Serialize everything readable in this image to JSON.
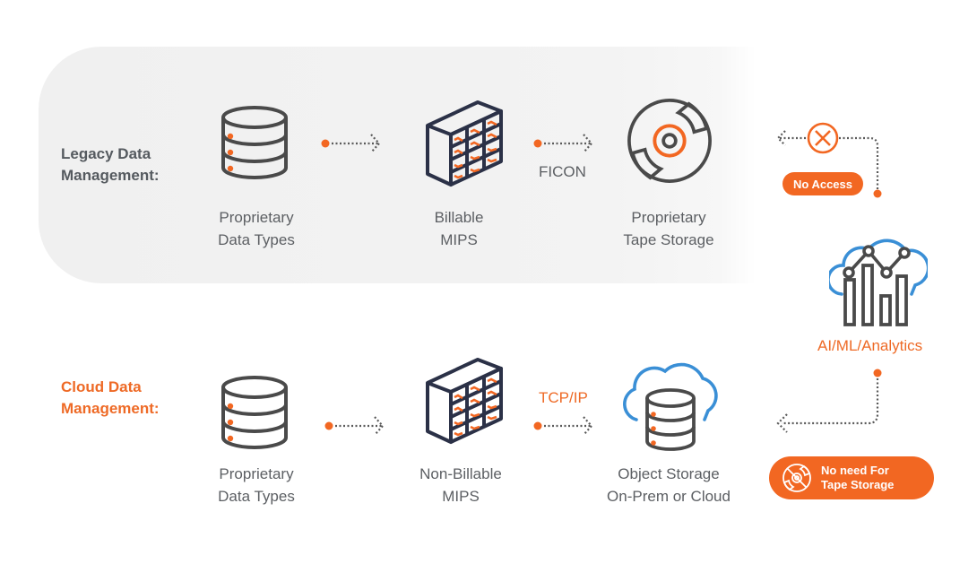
{
  "colors": {
    "accent_orange": "#f26722",
    "icon_gray": "#4a4a4a",
    "icon_navy": "#2b3147",
    "cloud_blue": "#3a8fd6",
    "panel_gray": "#f1f1f1",
    "text_gray": "#5c5f63"
  },
  "legacy": {
    "label_line1": "Legacy Data",
    "label_line2": "Management:",
    "nodes": [
      {
        "icon": "database-icon",
        "line1": "Proprietary",
        "line2": "Data Types"
      },
      {
        "icon": "mips-server-grid-icon",
        "line1": "Billable",
        "line2": "MIPS"
      },
      {
        "icon": "tape-disc-icon",
        "line1": "Proprietary",
        "line2": "Tape Storage"
      }
    ],
    "connector_label": "FICON",
    "blocked_badge": "No Access",
    "blocked_icon": "x-circle-icon"
  },
  "cloud": {
    "label_line1": "Cloud Data",
    "label_line2": "Management:",
    "nodes": [
      {
        "icon": "database-icon",
        "line1": "Proprietary",
        "line2": "Data Types"
      },
      {
        "icon": "mips-server-grid-icon",
        "line1": "Non-Billable",
        "line2": "MIPS"
      },
      {
        "icon": "cloud-database-icon",
        "line1": "Object Storage",
        "line2": "On-Prem or Cloud"
      }
    ],
    "connector_label": "TCP/IP",
    "benefit_badge_line1": "No need For",
    "benefit_badge_line2": "Tape Storage",
    "benefit_icon": "tape-disc-icon"
  },
  "analytics": {
    "label": "AI/ML/Analytics",
    "icon": "cloud-analytics-chart-icon"
  }
}
